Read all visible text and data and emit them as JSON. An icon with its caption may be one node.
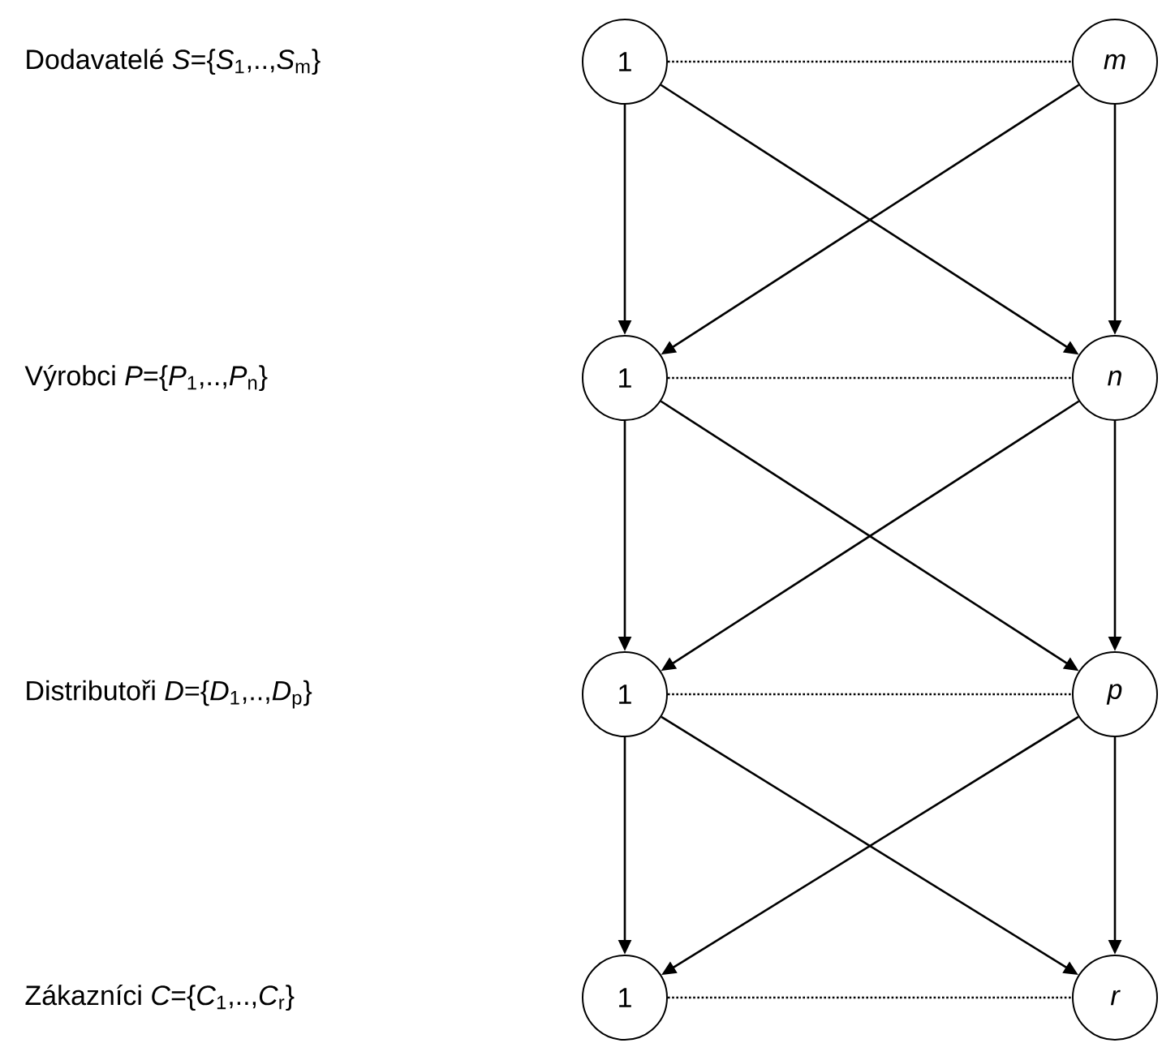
{
  "diagram": {
    "nodes": [
      {
        "text": [
          "1"
        ]
      },
      {
        "text": [
          "m"
        ]
      },
      {
        "text": [
          "1"
        ]
      },
      {
        "text": [
          "n"
        ]
      },
      {
        "text": [
          "1"
        ]
      },
      {
        "text": [
          "p"
        ]
      },
      {
        "text": [
          "1"
        ]
      },
      {
        "text": [
          "r"
        ]
      }
    ],
    "edges": [
      {
        "from": 0,
        "to": 1,
        "arrow": "none",
        "style": "dashed"
      },
      {
        "from": 0,
        "to": 2,
        "arrow": "to"
      },
      {
        "from": 0,
        "to": 3,
        "arrow": "to"
      },
      {
        "from": 1,
        "to": 2,
        "arrow": "to"
      },
      {
        "from": 1,
        "to": 3,
        "arrow": "to"
      },
      {
        "from": 2,
        "to": 3,
        "arrow": "none",
        "style": "dashed"
      },
      {
        "from": 2,
        "to": 4,
        "arrow": "to"
      },
      {
        "from": 2,
        "to": 5,
        "arrow": "to"
      },
      {
        "from": 3,
        "to": 4,
        "arrow": "to"
      },
      {
        "from": 3,
        "to": 5,
        "arrow": "to"
      },
      {
        "from": 4,
        "to": 5,
        "arrow": "none",
        "style": "dashed"
      },
      {
        "from": 4,
        "to": 6,
        "arrow": "to"
      },
      {
        "from": 4,
        "to": 7,
        "arrow": "to"
      },
      {
        "from": 5,
        "to": 6,
        "arrow": "to"
      },
      {
        "from": 5,
        "to": 7,
        "arrow": "to"
      },
      {
        "from": 6,
        "to": 7,
        "arrow": "none",
        "style": "dashed"
      }
    ],
    "labels": [
      "Dodavatelé *S*={*S*$_{1}$,..,*S*$_{m}$}",
      "Výrobci *P*={*P*$_{1}$,..,*P*$_{n}$}",
      "Distributoři *D*={*D*$_{1}$,..,*D*$_{p}$}",
      "Zákazníci *C*={*C*$_{1}$,..,*C*$_{r}$}"
    ]
  }
}
